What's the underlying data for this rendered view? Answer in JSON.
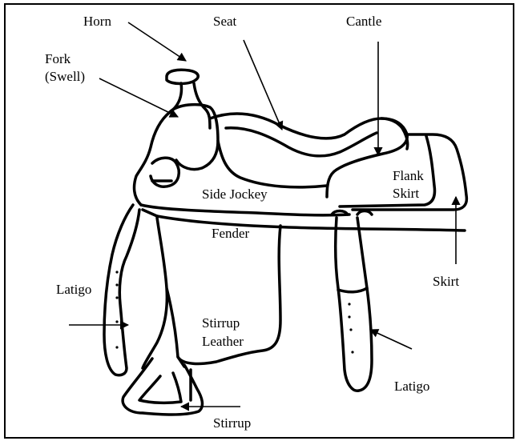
{
  "labels": {
    "horn": "Horn",
    "seat": "Seat",
    "cantle": "Cantle",
    "fork_line1": "Fork",
    "fork_line2": "(Swell)",
    "flank_line1": "Flank",
    "flank_line2": "Skirt",
    "side_jockey": "Side Jockey",
    "fender": "Fender",
    "skirt": "Skirt",
    "latigo_left": "Latigo",
    "stirrup_leather_line1": "Stirrup",
    "stirrup_leather_line2": "Leather",
    "latigo_right": "Latigo",
    "stirrup": "Stirrup"
  }
}
